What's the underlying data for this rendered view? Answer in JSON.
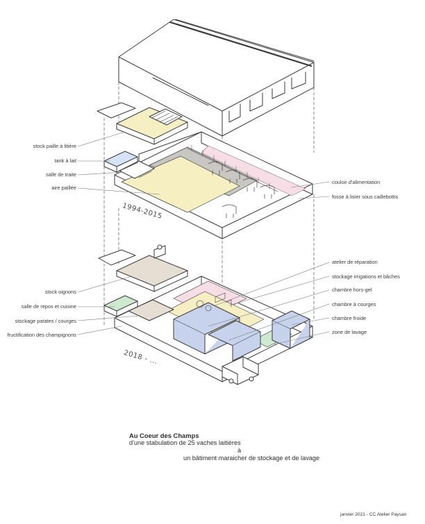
{
  "labels_top": [
    {
      "id": "stock-paille",
      "text": "stock paille à litière"
    },
    {
      "id": "tank-lait",
      "text": "tank à lait"
    },
    {
      "id": "salle-traite",
      "text": "salle de traite"
    },
    {
      "id": "aire-paillee",
      "text": "aire paillée"
    },
    {
      "id": "couloir",
      "text": "couloir d'alimentation"
    },
    {
      "id": "fosse",
      "text": "fosse à lisier sous caillebottis"
    }
  ],
  "labels_bottom": [
    {
      "id": "stock-oignons",
      "text": "stock oignons"
    },
    {
      "id": "salle-repos",
      "text": "salle de repos et cuisine"
    },
    {
      "id": "stockage-patates",
      "text": "stockage patates / courges"
    },
    {
      "id": "fructification",
      "text": "fructification des champignons"
    },
    {
      "id": "atelier",
      "text": "atelier de réparation"
    },
    {
      "id": "stockage-irrigations",
      "text": "stockage irrigations et bâches"
    },
    {
      "id": "chambre-hors-gel",
      "text": "chambre hors-gel"
    },
    {
      "id": "chambre-courges",
      "text": "chambre à courges"
    },
    {
      "id": "chambre-froide",
      "text": "chambre froide"
    },
    {
      "id": "zone-lavage",
      "text": "zone de lavage"
    }
  ],
  "era_top": "1994-2015",
  "era_bottom": "2018 - ...",
  "caption": {
    "title": "Au Coeur des Champs",
    "line1": "d'une stabulation de 25 vaches laitières",
    "line2": "à",
    "line3": "un bâtiment maraicher de stockage et de lavage"
  },
  "credit": "janvier 2021 - CC Atelier Paysan",
  "colors": {
    "straw": "#f6efc2",
    "pink": "#f6dde6",
    "grey": "#c9c7c2",
    "blue": "#c7d3ec",
    "green": "#cde9cf",
    "tank_blue": "#d4e4f6",
    "beige": "#e6ddd3",
    "ink": "#3a3a3a"
  }
}
